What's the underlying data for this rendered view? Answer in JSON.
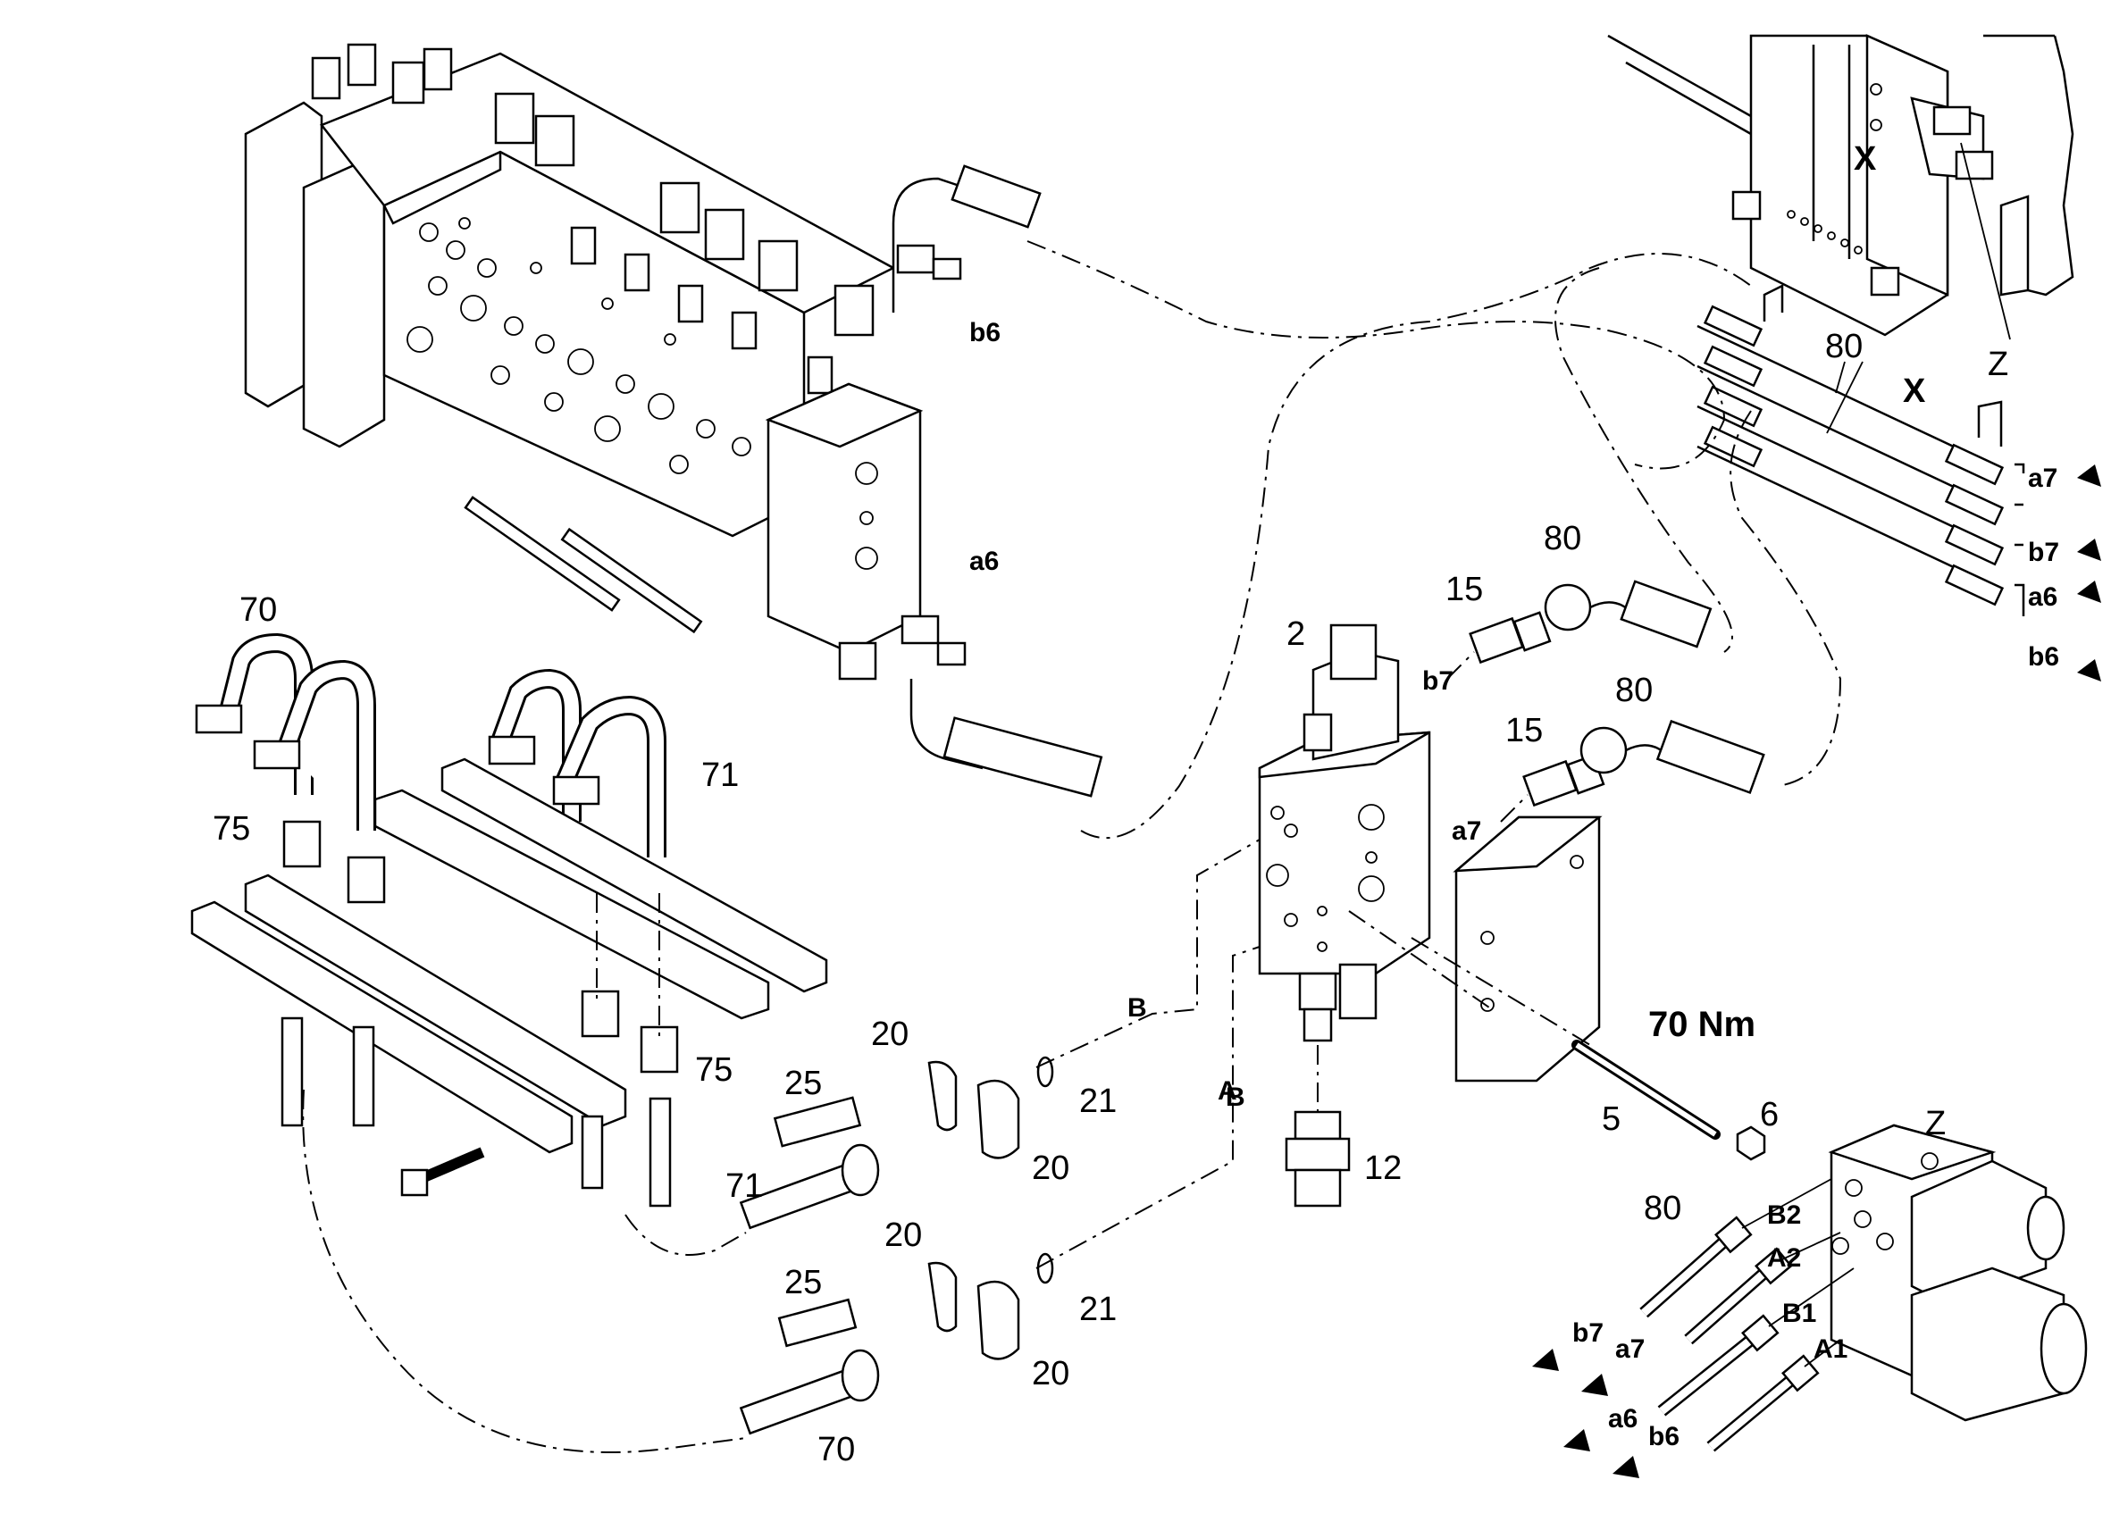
{
  "diagram": {
    "callouts": {
      "c2": "2",
      "c15a": "15",
      "c15b": "15",
      "c80a": "80",
      "c80b": "80",
      "c80c": "80",
      "c80d": "80",
      "c70a": "70",
      "c70b": "70",
      "c71a": "71",
      "c71b": "71",
      "c75a": "75",
      "c75b": "75",
      "c20a": "20",
      "c20b": "20",
      "c20c": "20",
      "c20d": "20",
      "c21a": "21",
      "c21b": "21",
      "c25a": "25",
      "c25b": "25",
      "c12": "12",
      "c5": "5",
      "c6": "6",
      "cX1": "X",
      "cX2": "X",
      "cZ1": "Z",
      "cZ2": "Z"
    },
    "ports": {
      "b6_top": "b6",
      "a6_top": "a6",
      "b7_valve": "b7",
      "a7_valve": "a7",
      "line_A": "A",
      "line_B": "B",
      "a7_right": "a7",
      "b7_right": "b7",
      "a6_right": "a6",
      "b6_right": "b6",
      "B2": "B2",
      "A2": "A2",
      "B1": "B1",
      "A1": "A1",
      "b7_bottom": "b7",
      "a7_bottom": "a7",
      "a6_bottom": "a6",
      "b6_bottom": "b6"
    },
    "torque": "70 Nm"
  }
}
